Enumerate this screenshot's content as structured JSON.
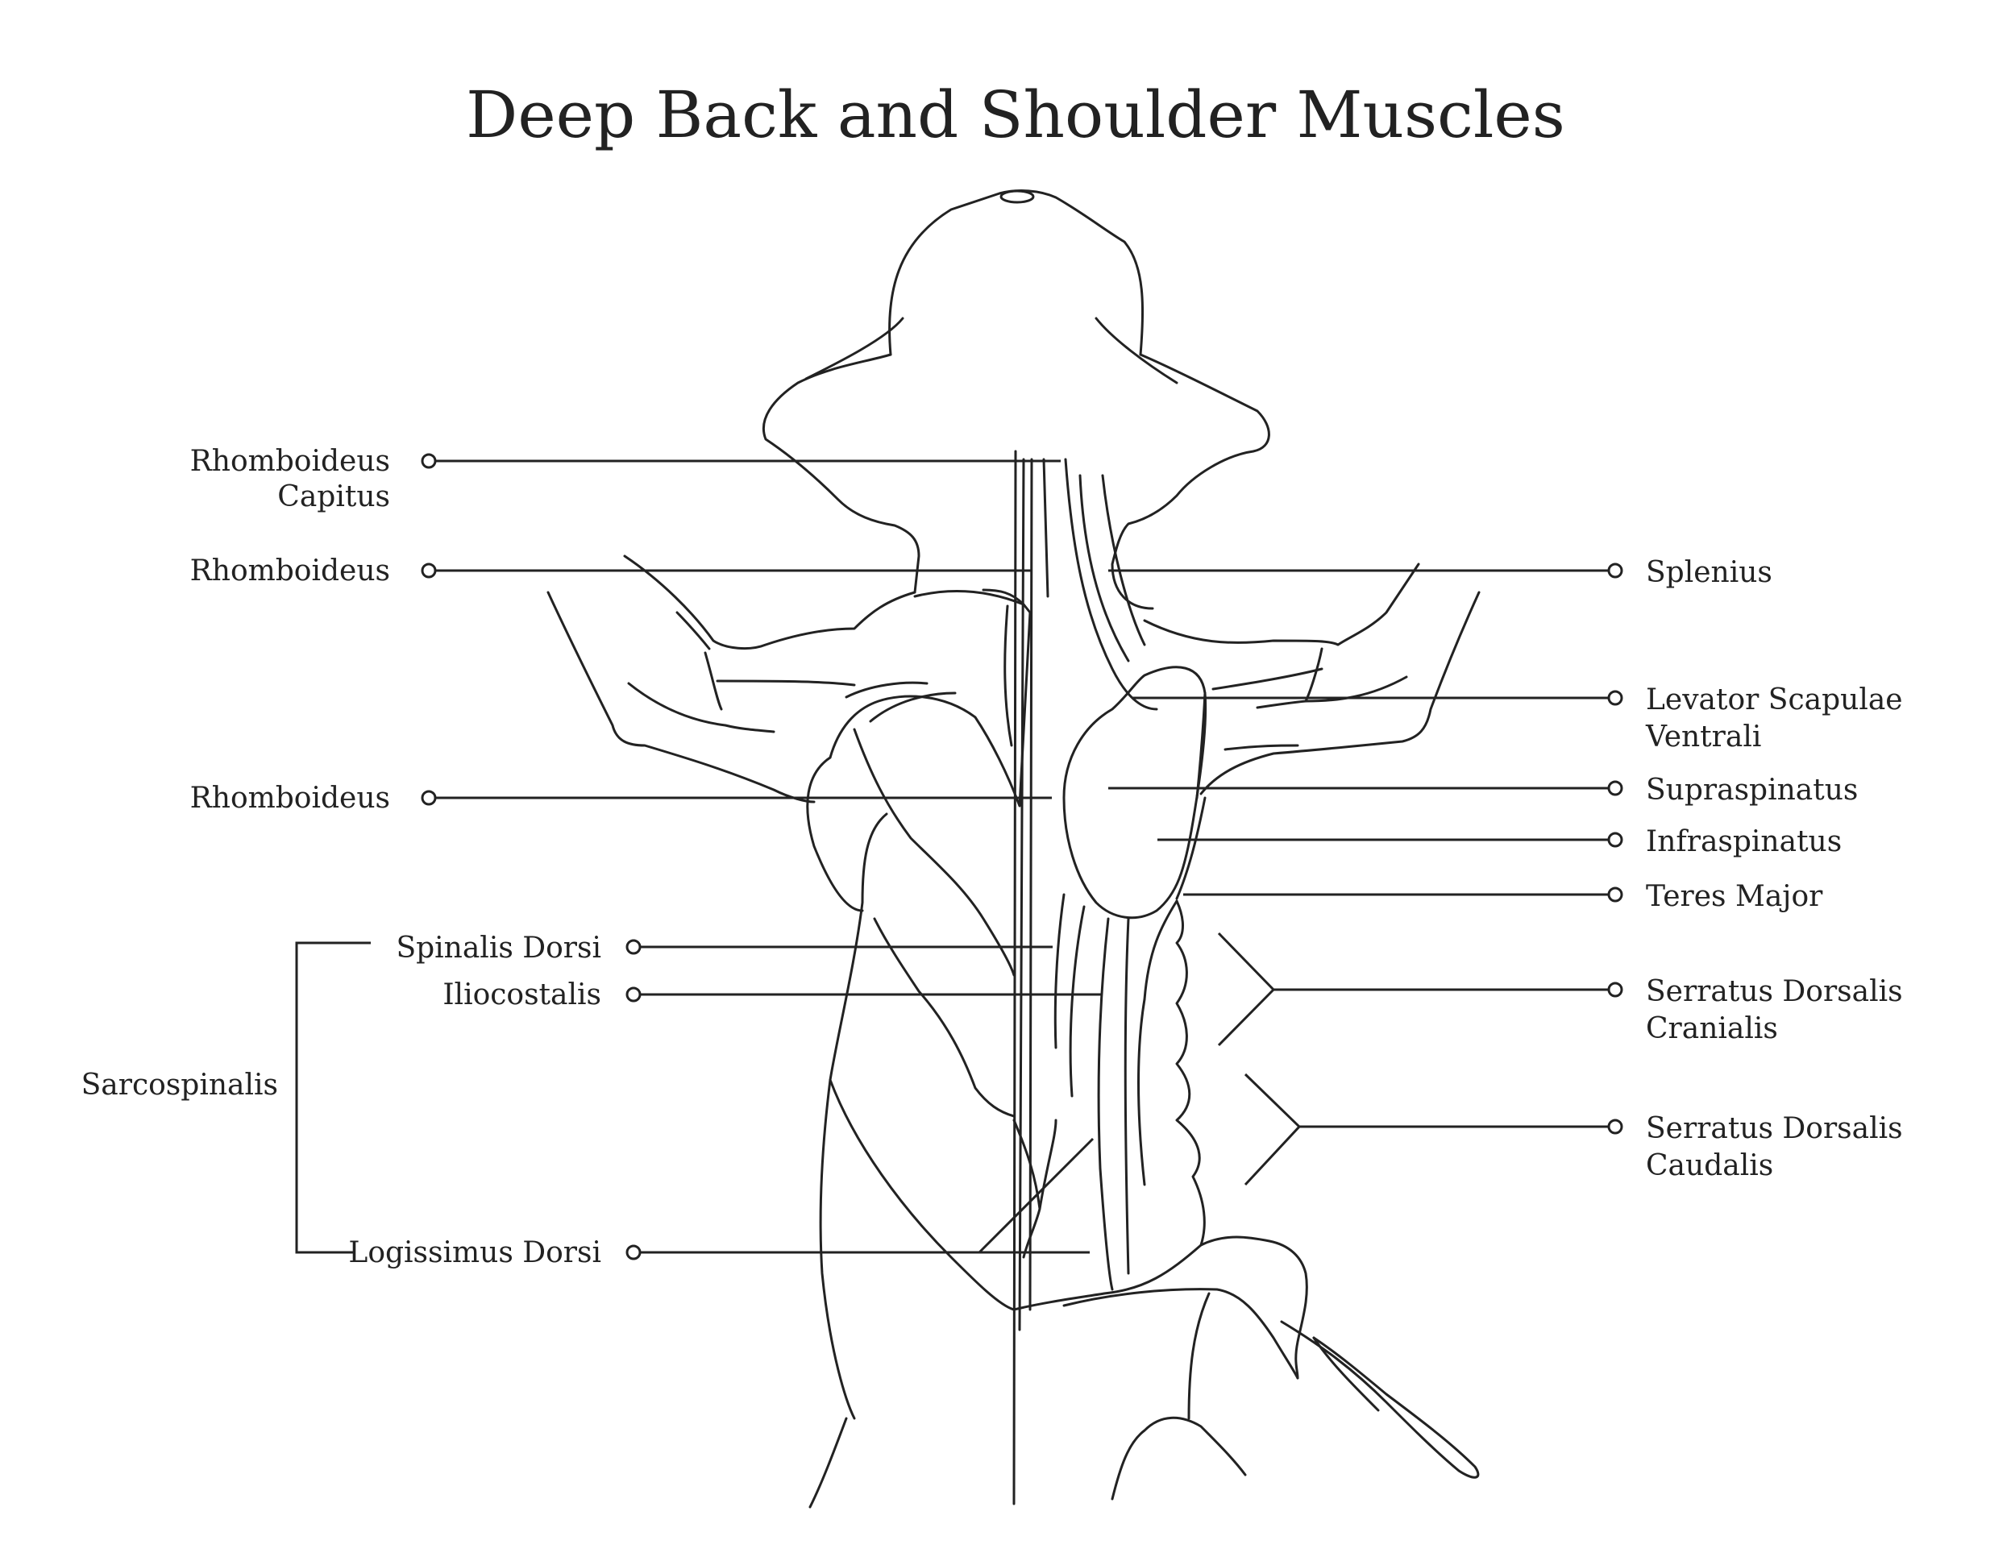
{
  "title": "Deep Back and Shoulder Muscles",
  "labels": {
    "rhomboideus_capitus_line1": "Rhomboideus",
    "rhomboideus_capitus_line2": "Capitus",
    "rhomboideus_upper": "Rhomboideus",
    "rhomboideus_lower": "Rhomboideus",
    "spinalis_dorsi": "Spinalis Dorsi",
    "iliocostalis": "Iliocostalis",
    "sarcospinalis": "Sarcospinalis",
    "logissimus_dorsi": "Logissimus Dorsi",
    "splenius": "Splenius",
    "levator_line1": "Levator Scapulae",
    "levator_line2": "Ventrali",
    "supraspinatus": "Supraspinatus",
    "infraspinatus": "Infraspinatus",
    "teres_major": "Teres Major",
    "serratus_cranialis_line1": "Serratus Dorsalis",
    "serratus_cranialis_line2": "Cranialis",
    "serratus_caudalis_line1": "Serratus Dorsalis",
    "serratus_caudalis_line2": "Caudalis"
  }
}
